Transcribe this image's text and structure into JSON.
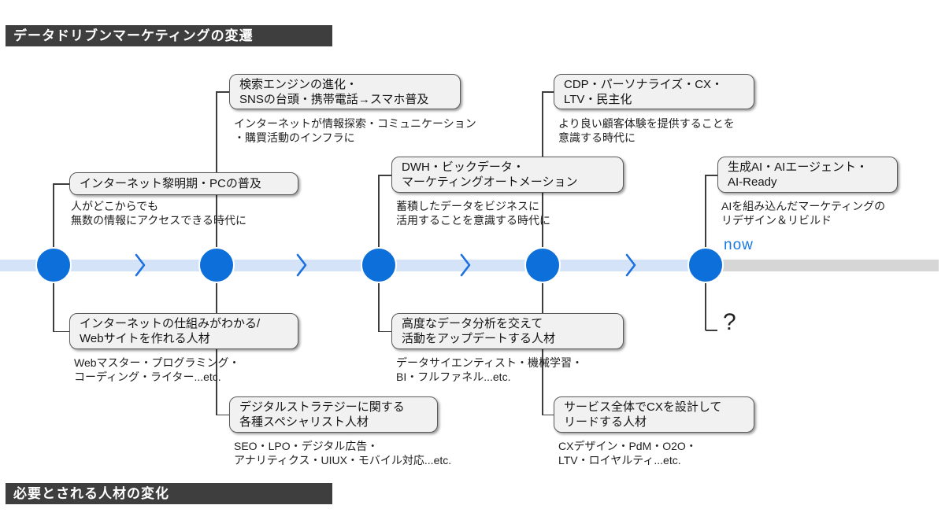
{
  "banners": {
    "top": "データドリブンマーケティングの変遷",
    "bottom": "必要とされる人材の変化"
  },
  "timeline": {
    "now_label": "now",
    "future_label": "?",
    "node_count": 5,
    "chevron_count": 4
  },
  "palette": {
    "banner_bg": "#3e3e3e",
    "node_blue": "#0d6fd9",
    "bar_past": "#d4e3f8",
    "bar_future": "#d6d6d6",
    "chevron_blue": "#1b6fe0",
    "now_blue": "#1878e0",
    "box_bg": "#f1f1f1",
    "line_dark": "#3d3d3d"
  },
  "eras": [
    {
      "title": "インターネット黎明期・PCの普及",
      "desc": "人がどこからでも\n無数の情報にアクセスできる時代に"
    },
    {
      "title": "検索エンジンの進化・\nSNSの台頭・携帯電話→スマホ普及",
      "desc": "インターネットが情報探索・コミュニケーション\n・購買活動のインフラに"
    },
    {
      "title": "DWH・ビックデータ・\nマーケティングオートメーション",
      "desc": "蓄積したデータをビジネスに\n活用することを意識する時代に"
    },
    {
      "title": "CDP・パーソナライズ・CX・\nLTV・民主化",
      "desc": "より良い顧客体験を提供することを\n意識する時代に"
    },
    {
      "title": "生成AI・AIエージェント・\nAI-Ready",
      "desc": "AIを組み込んだマーケティングの\nリデザイン＆リビルド"
    }
  ],
  "talents": [
    {
      "title": "インターネットの仕組みがわかる/\nWebサイトを作れる人材",
      "desc": "Webマスター・プログラミング・\nコーディング・ライター...etc."
    },
    {
      "title": "デジタルストラテジーに関する\n各種スペシャリスト人材",
      "desc": "SEO・LPO・デジタル広告・\nアナリティクス・UIUX・モバイル対応...etc."
    },
    {
      "title": "高度なデータ分析を交えて\n活動をアップデートする人材",
      "desc": "データサイエンティスト・機械学習・\nBI・フルファネル...etc."
    },
    {
      "title": "サービス全体でCXを設計して\nリードする人材",
      "desc": "CXデザイン・PdM・O2O・\nLTV・ロイヤルティ...etc."
    }
  ]
}
